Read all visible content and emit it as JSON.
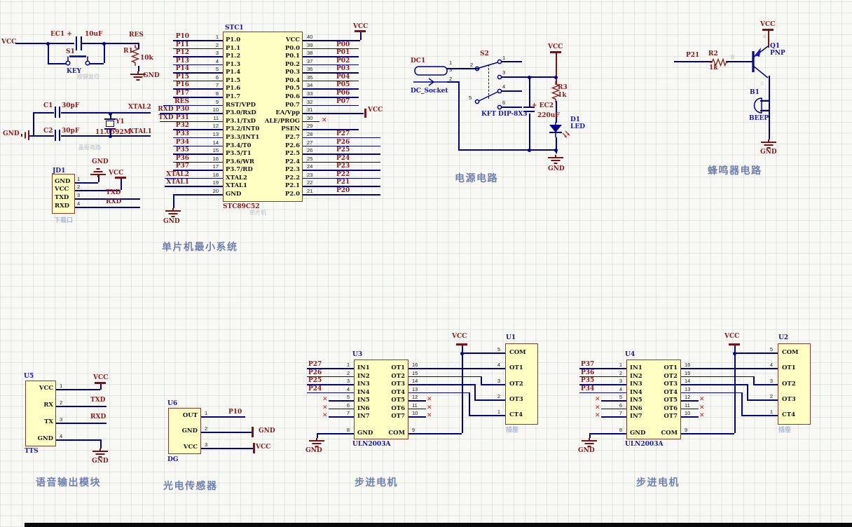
{
  "palette": {
    "wire": "#00008B",
    "net_label": "#8B1A1A",
    "designator": "#1616B9",
    "body_fill": "#FFFFC4",
    "body_border": "#8B3A2A",
    "section_label": "#6F80AC",
    "power_symbol": "#7B1113",
    "no_connect": "#CC2222",
    "background": "#F8F8F4"
  },
  "sections": {
    "reset": {
      "vcc": "VCC",
      "cap_ref": "EC1 +",
      "cap_val": "10uF",
      "sw_ref": "S1",
      "sw_label": "KEY",
      "sw_note": "按键复位",
      "net": "RES",
      "r_ref": "R1",
      "r_val": "10k",
      "gnd": "GND"
    },
    "crystal": {
      "c1_ref": "C1",
      "c1_val": "30pF",
      "c2_ref": "C2",
      "c2_val": "30pF",
      "y_ref": "Y1",
      "y_val": "11.0592M",
      "xtal2": "XTAL2",
      "xtal1": "XTAL1",
      "gnd": "GND",
      "note": "晶振电路"
    },
    "download": {
      "ref": "JD1",
      "note": "下载口",
      "gnd_top": "GND",
      "vcc": "VCC",
      "txd": "TXD",
      "rxd": "RXD",
      "pins": [
        {
          "num": "1",
          "name": "GND"
        },
        {
          "num": "2",
          "name": "VCC"
        },
        {
          "num": "3",
          "name": "TXD"
        },
        {
          "num": "4",
          "name": "RXD"
        }
      ]
    },
    "mcu": {
      "ref": "STC1",
      "part": "STC89C52",
      "note": "单片机",
      "title": "单片机最小系统",
      "gnd": "GND",
      "vcc_top": "VCC",
      "vcc_ea": "VCC",
      "left_pins": [
        {
          "num": "1",
          "name": "P1.0",
          "net": "P10"
        },
        {
          "num": "2",
          "name": "P1.1",
          "net": "P11"
        },
        {
          "num": "3",
          "name": "P1.2",
          "net": "P12"
        },
        {
          "num": "4",
          "name": "P1.3",
          "net": "P13"
        },
        {
          "num": "5",
          "name": "P1.4",
          "net": "P14"
        },
        {
          "num": "6",
          "name": "P1.5",
          "net": "P15"
        },
        {
          "num": "7",
          "name": "P1.6",
          "net": "P16"
        },
        {
          "num": "8",
          "name": "P1.7",
          "net": "P17"
        },
        {
          "num": "9",
          "name": "RST/VPD",
          "net": "RES"
        },
        {
          "num": "10",
          "name": "P3.0/RxD",
          "net": "RXD P30"
        },
        {
          "num": "11",
          "name": "P3.1/TxD",
          "net": "TXD P31"
        },
        {
          "num": "12",
          "name": "P3.2/INT0",
          "net": "P32"
        },
        {
          "num": "13",
          "name": "P3.3/INT1",
          "net": "P33"
        },
        {
          "num": "14",
          "name": "P3.4/T0",
          "net": "P34"
        },
        {
          "num": "15",
          "name": "P3.5/T1",
          "net": "P35"
        },
        {
          "num": "16",
          "name": "P3.6/WR",
          "net": "P36"
        },
        {
          "num": "17",
          "name": "P3.7/RD",
          "net": "P37"
        },
        {
          "num": "18",
          "name": "XTAL2",
          "net": "XTAL2"
        },
        {
          "num": "19",
          "name": "XTAL1",
          "net": "XTAL1"
        },
        {
          "num": "20",
          "name": "GND",
          "net": ""
        }
      ],
      "right_pins": [
        {
          "num": "40",
          "name": "VCC",
          "net": ""
        },
        {
          "num": "39",
          "name": "P0.0",
          "net": "P00"
        },
        {
          "num": "38",
          "name": "P0.1",
          "net": "P01"
        },
        {
          "num": "37",
          "name": "P0.2",
          "net": "P02"
        },
        {
          "num": "36",
          "name": "P0.3",
          "net": "P03"
        },
        {
          "num": "35",
          "name": "P0.4",
          "net": "P04"
        },
        {
          "num": "34",
          "name": "P0.5",
          "net": "P05"
        },
        {
          "num": "33",
          "name": "P0.6",
          "net": "P06"
        },
        {
          "num": "32",
          "name": "P0.7",
          "net": "P07"
        },
        {
          "num": "31",
          "name": "EA/Vpp",
          "net": ""
        },
        {
          "num": "30",
          "name": "ALE/PROG",
          "net": ""
        },
        {
          "num": "29",
          "name": "PSEN",
          "net": ""
        },
        {
          "num": "28",
          "name": "P2.7",
          "net": "P27"
        },
        {
          "num": "27",
          "name": "P2.6",
          "net": "P26"
        },
        {
          "num": "26",
          "name": "P2.5",
          "net": "P25"
        },
        {
          "num": "25",
          "name": "P2.4",
          "net": "P24"
        },
        {
          "num": "24",
          "name": "P2.3",
          "net": "P23"
        },
        {
          "num": "23",
          "name": "P2.2",
          "net": "P22"
        },
        {
          "num": "22",
          "name": "P2.1",
          "net": "P21"
        },
        {
          "num": "21",
          "name": "P2.0",
          "net": "P20"
        }
      ]
    },
    "power": {
      "title": "电源电路",
      "dc_ref": "DC1",
      "dc_part": "DC_Socket",
      "dc_pins": [
        "1",
        "3",
        "2"
      ],
      "sw_ref": "S2",
      "sw_part": "KFT DIP-8X3",
      "sw_pins": [
        "2",
        "1",
        "3",
        "5",
        "4",
        "6"
      ],
      "cap_ref": "+ EC2",
      "cap_val": "220uF",
      "r_ref": "R3",
      "r_val": "1k",
      "led_ref": "D1",
      "led_part": "LED",
      "vcc": "VCC",
      "gnd": "GND"
    },
    "buzzer": {
      "title": "蜂鸣器电路",
      "net": "P21",
      "r_ref": "R2",
      "r_val": "1k",
      "base_label": "B",
      "emitter_label": "e",
      "collector_label": "c",
      "q_ref": "Q1",
      "q_part": "PNP",
      "buz_ref": "B1",
      "buz_part": "BEEP",
      "vcc": "VCC",
      "gnd": "GND"
    },
    "tts": {
      "ref": "U5",
      "part": "TTS",
      "title": "语音输出模块",
      "vcc": "VCC",
      "txd": "TXD",
      "rxd": "RXD",
      "gnd": "GND",
      "pins": [
        {
          "num": "1",
          "name": "VCC"
        },
        {
          "num": "2",
          "name": "RX"
        },
        {
          "num": "3",
          "name": "TX"
        },
        {
          "num": "4",
          "name": "GND"
        }
      ]
    },
    "sensor": {
      "ref": "U6",
      "part": "DG",
      "title": "光电传感器",
      "out_net": "P10",
      "gnd": "GND",
      "vcc": "VCC",
      "pins": [
        {
          "num": "1",
          "name": "OUT"
        },
        {
          "num": "2",
          "name": "GND"
        },
        {
          "num": "3",
          "name": "VCC"
        }
      ]
    },
    "stepper1": {
      "title": "步进电机",
      "uln_ref": "U3",
      "uln_part": "ULN2003A",
      "vcc": "VCC",
      "gnd": "GND",
      "conn_ref": "U1",
      "conn_note": "插座",
      "in_pins": [
        {
          "num": "1",
          "name": "IN1",
          "net": "P27"
        },
        {
          "num": "2",
          "name": "IN2",
          "net": "P26"
        },
        {
          "num": "3",
          "name": "IN3",
          "net": "P25"
        },
        {
          "num": "4",
          "name": "IN4",
          "net": "P24"
        },
        {
          "num": "5",
          "name": "IN5",
          "net": ""
        },
        {
          "num": "6",
          "name": "IN6",
          "net": ""
        },
        {
          "num": "7",
          "name": "IN7",
          "net": ""
        },
        {
          "num": "8",
          "name": "GND",
          "net": ""
        }
      ],
      "out_pins": [
        {
          "num": "16",
          "name": "OT1"
        },
        {
          "num": "15",
          "name": "OT2"
        },
        {
          "num": "14",
          "name": "OT3"
        },
        {
          "num": "13",
          "name": "OT4"
        },
        {
          "num": "12",
          "name": "OT5"
        },
        {
          "num": "11",
          "name": "OT6"
        },
        {
          "num": "10",
          "name": "OT7"
        },
        {
          "num": "9",
          "name": "COM"
        }
      ],
      "conn_pins": [
        {
          "num": "5",
          "name": "COM"
        },
        {
          "num": "4",
          "name": "OT1"
        },
        {
          "num": "3",
          "name": "OT2"
        },
        {
          "num": "2",
          "name": "OT3"
        },
        {
          "num": "1",
          "name": "CT4"
        }
      ]
    },
    "stepper2": {
      "title": "步进电机",
      "uln_ref": "U4",
      "uln_part": "ULN2003A",
      "vcc": "VCC",
      "gnd": "GND",
      "conn_ref": "U2",
      "conn_note": "插座",
      "in_pins": [
        {
          "num": "1",
          "name": "IN1",
          "net": "P37"
        },
        {
          "num": "2",
          "name": "IN2",
          "net": "P36"
        },
        {
          "num": "3",
          "name": "IN3",
          "net": "P35"
        },
        {
          "num": "4",
          "name": "IN4",
          "net": "P34"
        },
        {
          "num": "5",
          "name": "IN5",
          "net": ""
        },
        {
          "num": "6",
          "name": "IN6",
          "net": ""
        },
        {
          "num": "7",
          "name": "IN7",
          "net": ""
        },
        {
          "num": "8",
          "name": "GND",
          "net": ""
        }
      ],
      "out_pins": [
        {
          "num": "16",
          "name": "OT1"
        },
        {
          "num": "15",
          "name": "OT2"
        },
        {
          "num": "14",
          "name": "OT3"
        },
        {
          "num": "13",
          "name": "OT4"
        },
        {
          "num": "12",
          "name": "OT5"
        },
        {
          "num": "11",
          "name": "OT6"
        },
        {
          "num": "10",
          "name": "OT7"
        },
        {
          "num": "9",
          "name": "COM"
        }
      ],
      "conn_pins": [
        {
          "num": "5",
          "name": "COM"
        },
        {
          "num": "4",
          "name": "OT1"
        },
        {
          "num": "3",
          "name": "OT2"
        },
        {
          "num": "2",
          "name": "OT3"
        },
        {
          "num": "1",
          "name": "CT4"
        }
      ]
    }
  }
}
